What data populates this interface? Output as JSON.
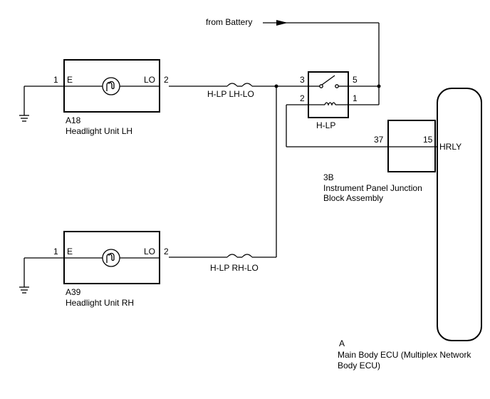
{
  "battery_label": "from Battery",
  "headlight_lh": {
    "code": "A18",
    "name": "Headlight Unit LH",
    "pin_left": "1",
    "pin_left_label": "E",
    "pin_right": "2",
    "pin_right_label": "LO"
  },
  "headlight_rh": {
    "code": "A39",
    "name": "Headlight Unit RH",
    "pin_left": "1",
    "pin_left_label": "E",
    "pin_right": "2",
    "pin_right_label": "LO"
  },
  "fuses": {
    "lh": "H-LP LH-LO",
    "rh": "H-LP RH-LO"
  },
  "relay": {
    "name": "H-LP",
    "pin_top_left": "3",
    "pin_top_right": "5",
    "pin_bottom_left": "2",
    "pin_bottom_right": "1"
  },
  "junction_block": {
    "code": "3B",
    "name_line1": "Instrument Panel Junction",
    "name_line2": "Block Assembly",
    "pin": "37"
  },
  "ecu": {
    "code": "A",
    "name_line1": "Main Body ECU (Multiplex Network",
    "name_line2": "Body ECU)",
    "pin": "15",
    "pin_label": "HRLY"
  }
}
